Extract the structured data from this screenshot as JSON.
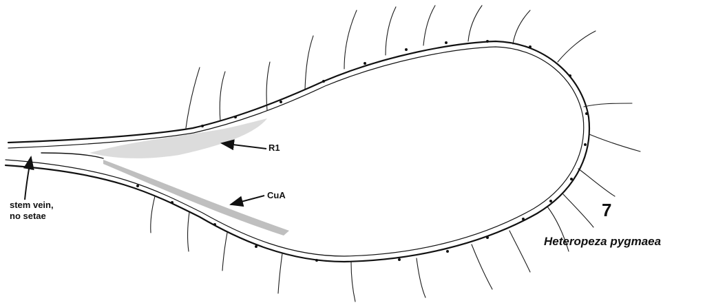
{
  "labels": {
    "r1": "R1",
    "cua": "CuA",
    "stem_line1": "stem vein,",
    "stem_line2": "no setae"
  },
  "figure_number": "7",
  "species_name": "Heteropeza pygmaea",
  "colors": {
    "ink": "#111111",
    "shading": "#9a9a9a",
    "background": "#ffffff"
  }
}
